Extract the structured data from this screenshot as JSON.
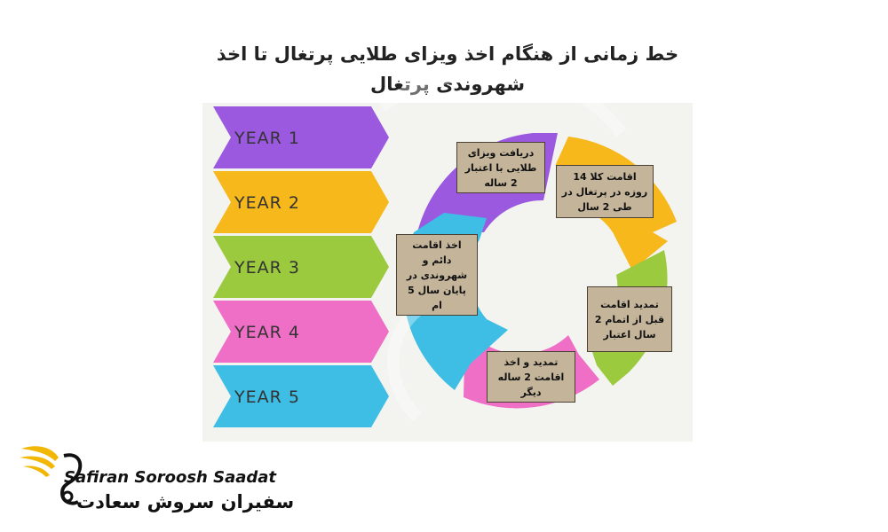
{
  "title": {
    "line1": "خط زمانی از هنگام اخذ ویزای طلایی پرتغال تا اخذ",
    "line2": "شهروندی پرتغال"
  },
  "years": [
    {
      "label": "YEAR 1",
      "color": "#9b59e0"
    },
    {
      "label": "YEAR 2",
      "color": "#f6b81a"
    },
    {
      "label": "YEAR 3",
      "color": "#9cca3f"
    },
    {
      "label": "YEAR 4",
      "color": "#ee6fc5"
    },
    {
      "label": "YEAR 5",
      "color": "#3ebde5"
    }
  ],
  "steps": [
    {
      "text": "دریافت ویزای طلایی با اعتبار 2 ساله"
    },
    {
      "text": "اقامت کلا 14 روزه در پرتغال در طی 2 سال"
    },
    {
      "text": "تمدید اقامت قبل از اتمام 2 سال اعتبار"
    },
    {
      "text": "تمدید و اخذ اقامت 2 ساله دیگر"
    },
    {
      "text": "اخذ اقامت دائم و شهروندی در پایان سال 5 ام"
    }
  ],
  "brand": {
    "name_en": "Safiran Soroosh Saadat",
    "name_fa": "سفیران سروش سعادت",
    "gold": "#f2b705"
  }
}
